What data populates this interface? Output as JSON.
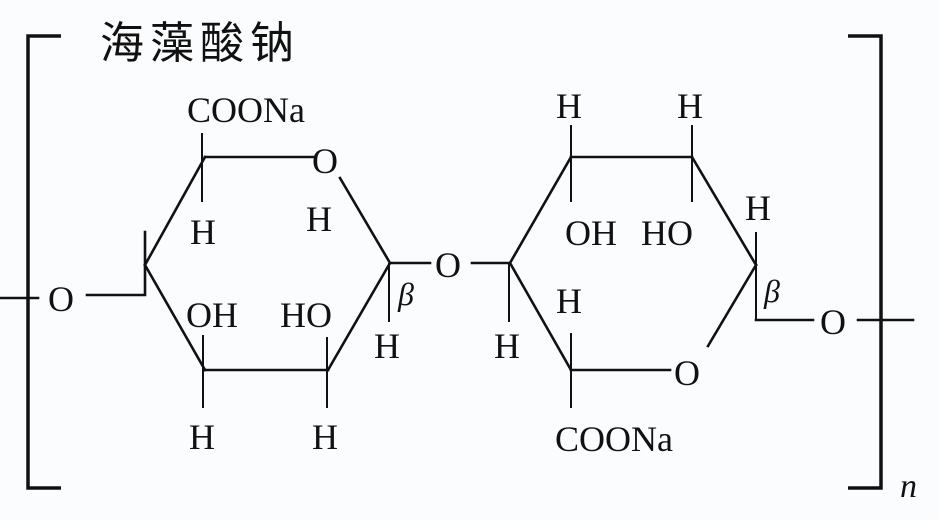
{
  "title": "海藻酸钠",
  "repeat_subscript": "n",
  "linkage_label": "β",
  "left_ring": {
    "carboxyl": "COONa",
    "ring_oxygen": "O",
    "c5_h": "H",
    "c1_h": "H",
    "c1_h_top": "H",
    "c3_oh": "OH",
    "c2_oh": "HO",
    "c3_h": "H",
    "c2_h": "H",
    "beta": "β"
  },
  "bridge_oxygen": "O",
  "left_terminal_oxygen": "O",
  "right_terminal_oxygen": "O",
  "right_ring": {
    "c3_h": "H",
    "c2_h": "H",
    "c1_h": "H",
    "c3_oh": "OH",
    "c2_oh": "HO",
    "c4_h": "H",
    "c5_h": "H",
    "ring_oxygen": "O",
    "carboxyl": "COONa",
    "beta": "β"
  },
  "colors": {
    "background": "#fbfcfd",
    "ink": "#111111"
  }
}
